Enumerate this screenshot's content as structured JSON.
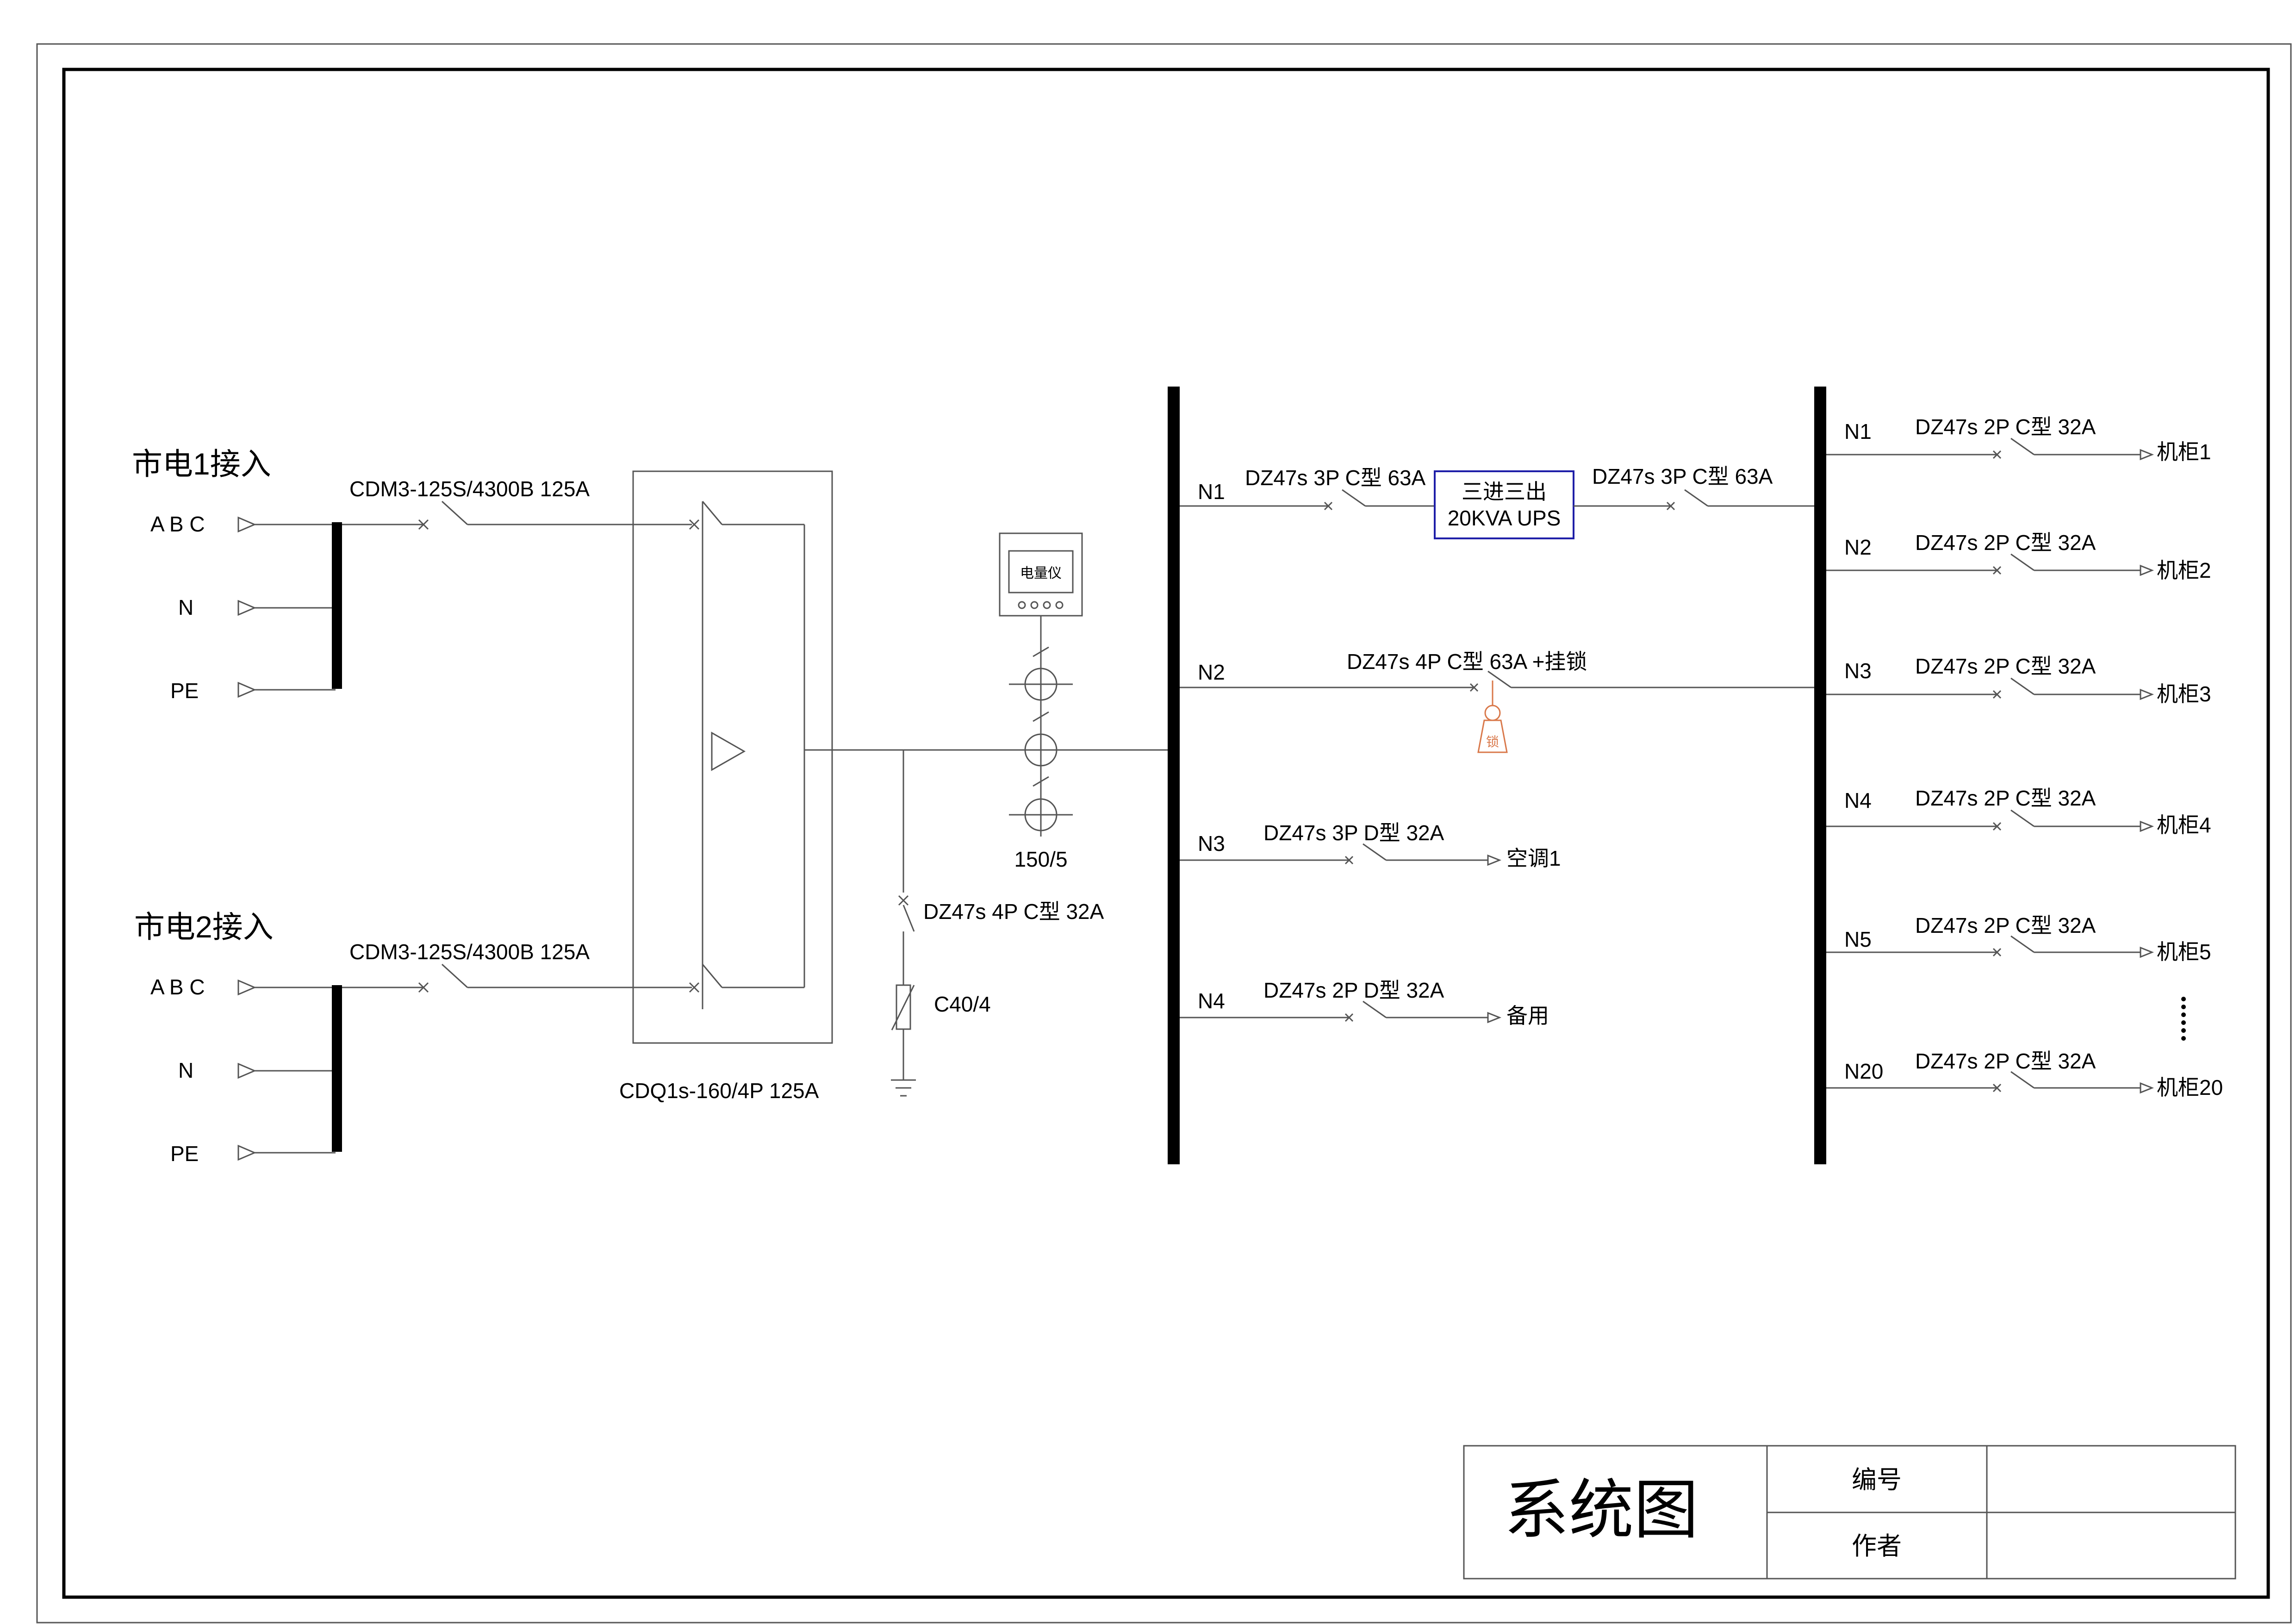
{
  "colors": {
    "line": "#555555",
    "bus": "#000000",
    "ups_border": "#1f1fa8",
    "lock": "#d9784a"
  },
  "inputs": [
    {
      "title": "市电1接入",
      "phases": "A B C",
      "neutral": "N",
      "pe": "PE",
      "breaker": "CDM3-125S/4300B 125A"
    },
    {
      "title": "市电2接入",
      "phases": "A B C",
      "neutral": "N",
      "pe": "PE",
      "breaker": "CDM3-125S/4300B 125A"
    }
  ],
  "ats": {
    "label": "CDQ1s-160/4P 125A"
  },
  "meter": {
    "label": "电量仪",
    "ct_ratio": "150/5"
  },
  "spd": {
    "breaker": "DZ47s 4P C型 32A",
    "arrester": "C40/4"
  },
  "main_bus_circuits": [
    {
      "id": "N1",
      "breaker": "DZ47s 3P C型 63A"
    },
    {
      "id": "N2",
      "breaker": "DZ47s 4P C型 63A +挂锁",
      "lock_label": "锁"
    },
    {
      "id": "N3",
      "breaker": "DZ47s 3P D型 32A",
      "load": "空调1"
    },
    {
      "id": "N4",
      "breaker": "DZ47s 2P D型 32A",
      "load": "备用"
    }
  ],
  "ups": {
    "line1": "三进三出",
    "line2": "20KVA UPS",
    "out_breaker": "DZ47s 3P C型 63A"
  },
  "ups_bus_circuits": [
    {
      "id": "N1",
      "breaker": "DZ47s 2P C型 32A",
      "load": "机柜1"
    },
    {
      "id": "N2",
      "breaker": "DZ47s 2P C型 32A",
      "load": "机柜2"
    },
    {
      "id": "N3",
      "breaker": "DZ47s 2P C型 32A",
      "load": "机柜3"
    },
    {
      "id": "N4",
      "breaker": "DZ47s 2P C型 32A",
      "load": "机柜4"
    },
    {
      "id": "N5",
      "breaker": "DZ47s 2P C型 32A",
      "load": "机柜5"
    },
    {
      "id": "N20",
      "breaker": "DZ47s 2P C型 32A",
      "load": "机柜20"
    }
  ],
  "title_block": {
    "title": "系统图",
    "number_label": "编号",
    "number_value": "",
    "author_label": "作者",
    "author_value": ""
  }
}
